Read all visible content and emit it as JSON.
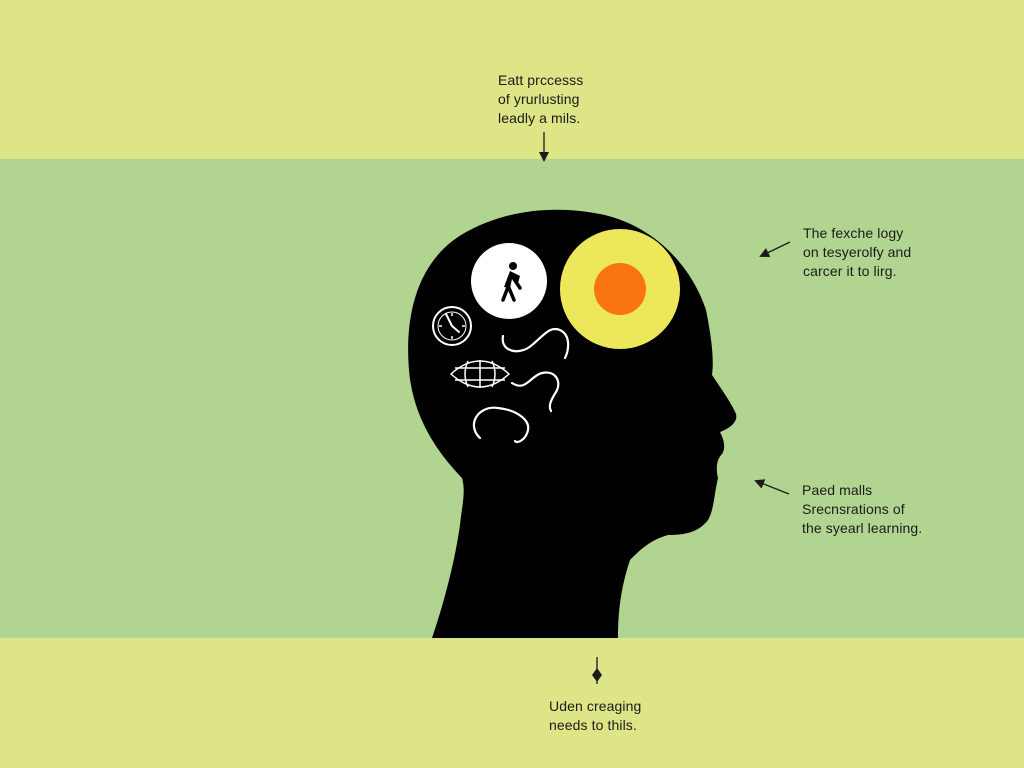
{
  "colors": {
    "top_band": "#dde587",
    "middle_band": "#b1d590",
    "bottom_band": "#dde587",
    "head": "#000000",
    "yellow_circle": "#ece85a",
    "orange_circle": "#fa7414",
    "white_circle": "#ffffff",
    "text": "#1b1b1b"
  },
  "captions": {
    "top": [
      "Eatt prccesss",
      "of yrurlusting",
      "leadly a mils."
    ],
    "right_upper": [
      "The fexche logy",
      "on tesyerolfy and",
      "carcer it to lirg."
    ],
    "right_lower": [
      "Paed malls",
      "Srecnsrations of",
      "the syearl learning."
    ],
    "bottom": [
      "Uden creaging",
      "needs to thils."
    ]
  },
  "icons": {
    "person": "person-icon",
    "clock": "clock-icon",
    "globe": "globe-icon",
    "sun": "sun-icon",
    "squiggles": "squiggle-icon"
  }
}
